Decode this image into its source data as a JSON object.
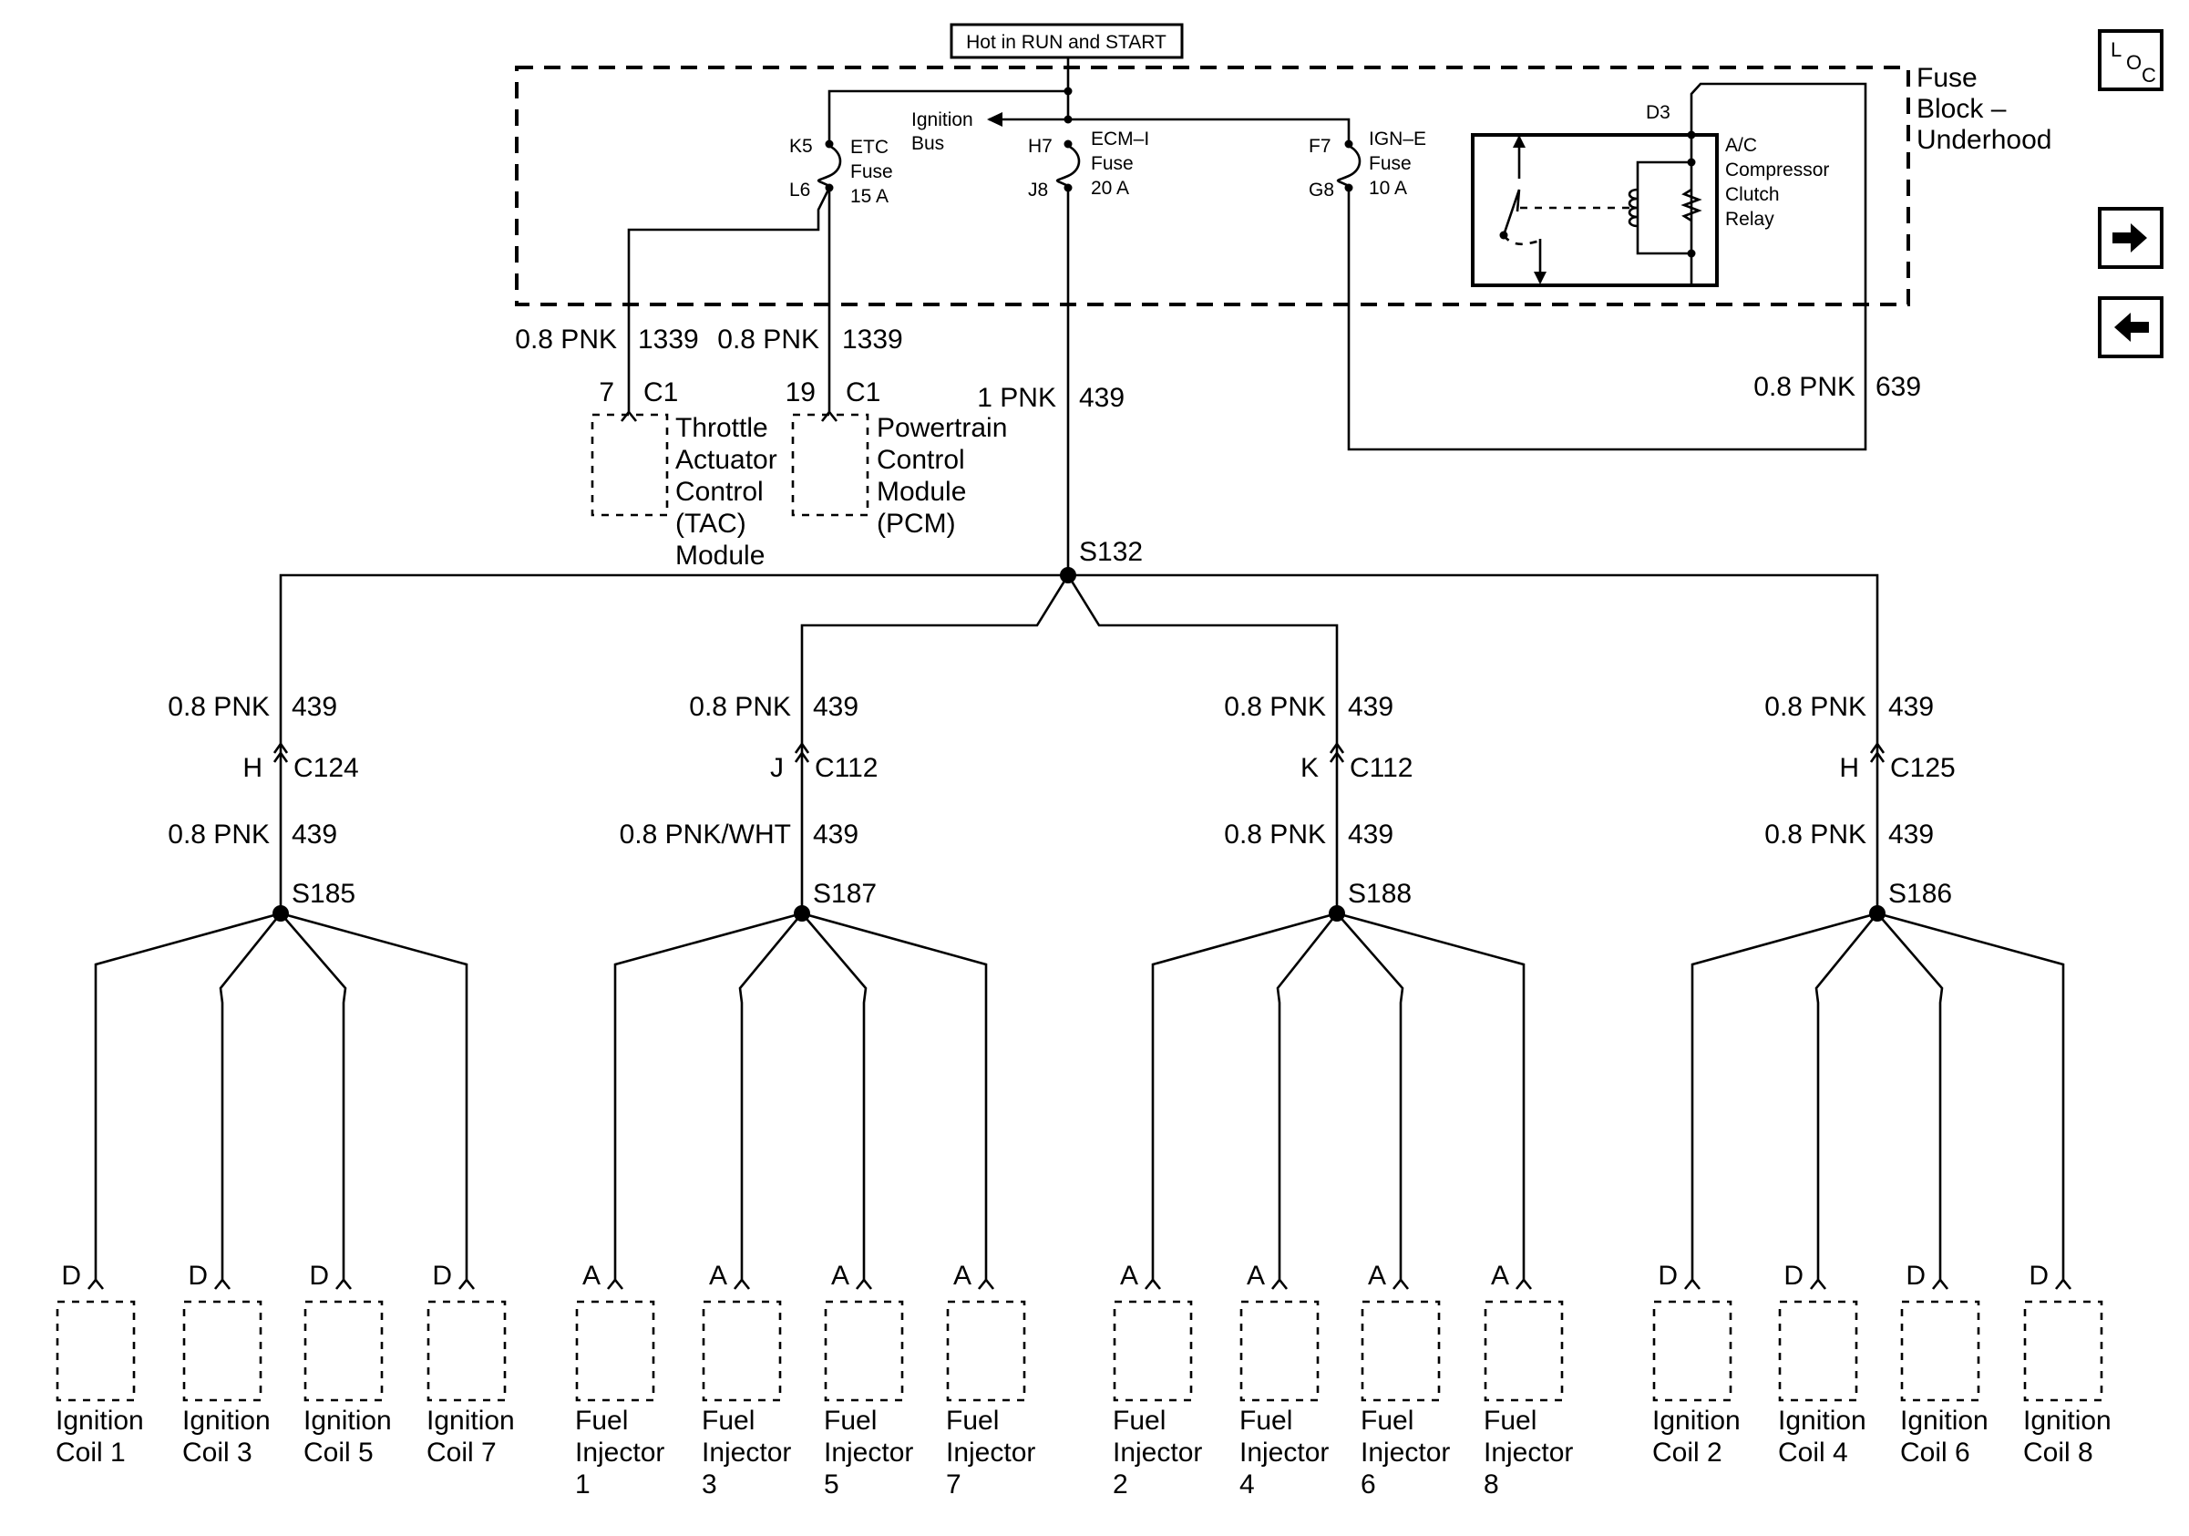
{
  "power_source": "Hot in RUN and START",
  "fuse_block": {
    "line1": "Fuse",
    "line2": "Block –",
    "line3": "Underhood"
  },
  "ignition_bus": {
    "line1": "Ignition",
    "line2": "Bus"
  },
  "fuses": [
    {
      "in_pin": "K5",
      "out_pin": "L6",
      "line1": "ETC",
      "line2": "Fuse",
      "line3": "15 A"
    },
    {
      "in_pin": "H7",
      "out_pin": "J8",
      "line1": "ECM–I",
      "line2": "Fuse",
      "line3": "20 A"
    },
    {
      "in_pin": "F7",
      "out_pin": "G8",
      "line1": "IGN–E",
      "line2": "Fuse",
      "line3": "10 A"
    }
  ],
  "relay": {
    "pin": "D3",
    "line1": "A/C",
    "line2": "Compressor",
    "line3": "Clutch",
    "line4": "Relay"
  },
  "wires": {
    "tac": {
      "gauge": "0.8 PNK",
      "circuit": "1339"
    },
    "pcm": {
      "gauge": "0.8 PNK",
      "circuit": "1339"
    },
    "main": {
      "gauge": "1 PNK",
      "circuit": "439"
    },
    "relay": {
      "gauge": "0.8 PNK",
      "circuit": "639"
    }
  },
  "modules": [
    {
      "pin": "7",
      "connector": "C1",
      "line1": "Throttle",
      "line2": "Actuator",
      "line3": "Control",
      "line4": "(TAC)",
      "line5": "Module"
    },
    {
      "pin": "19",
      "connector": "C1",
      "line1": "Powertrain",
      "line2": "Control",
      "line3": "Module",
      "line4": "(PCM)"
    }
  ],
  "main_splice": "S132",
  "branches": [
    {
      "upper_gauge": "0.8 PNK",
      "upper_circuit": "439",
      "pin": "H",
      "connector": "C124",
      "lower_gauge": "0.8 PNK",
      "lower_circuit": "439",
      "splice": "S185"
    },
    {
      "upper_gauge": "0.8 PNK",
      "upper_circuit": "439",
      "pin": "J",
      "connector": "C112",
      "lower_gauge": "0.8 PNK/WHT",
      "lower_circuit": "439",
      "splice": "S187"
    },
    {
      "upper_gauge": "0.8 PNK",
      "upper_circuit": "439",
      "pin": "K",
      "connector": "C112",
      "lower_gauge": "0.8 PNK",
      "lower_circuit": "439",
      "splice": "S188"
    },
    {
      "upper_gauge": "0.8 PNK",
      "upper_circuit": "439",
      "pin": "H",
      "connector": "C125",
      "lower_gauge": "0.8 PNK",
      "lower_circuit": "439",
      "splice": "S186"
    }
  ],
  "components": [
    {
      "pin": "D",
      "line1": "Ignition",
      "line2": "Coil 1",
      "line3": ""
    },
    {
      "pin": "D",
      "line1": "Ignition",
      "line2": "Coil 3",
      "line3": ""
    },
    {
      "pin": "D",
      "line1": "Ignition",
      "line2": "Coil 5",
      "line3": ""
    },
    {
      "pin": "D",
      "line1": "Ignition",
      "line2": "Coil 7",
      "line3": ""
    },
    {
      "pin": "A",
      "line1": "Fuel",
      "line2": "Injector",
      "line3": "1"
    },
    {
      "pin": "A",
      "line1": "Fuel",
      "line2": "Injector",
      "line3": "3"
    },
    {
      "pin": "A",
      "line1": "Fuel",
      "line2": "Injector",
      "line3": "5"
    },
    {
      "pin": "A",
      "line1": "Fuel",
      "line2": "Injector",
      "line3": "7"
    },
    {
      "pin": "A",
      "line1": "Fuel",
      "line2": "Injector",
      "line3": "2"
    },
    {
      "pin": "A",
      "line1": "Fuel",
      "line2": "Injector",
      "line3": "4"
    },
    {
      "pin": "A",
      "line1": "Fuel",
      "line2": "Injector",
      "line3": "6"
    },
    {
      "pin": "A",
      "line1": "Fuel",
      "line2": "Injector",
      "line3": "8"
    },
    {
      "pin": "D",
      "line1": "Ignition",
      "line2": "Coil 2",
      "line3": ""
    },
    {
      "pin": "D",
      "line1": "Ignition",
      "line2": "Coil 4",
      "line3": ""
    },
    {
      "pin": "D",
      "line1": "Ignition",
      "line2": "Coil 6",
      "line3": ""
    },
    {
      "pin": "D",
      "line1": "Ignition",
      "line2": "Coil 8",
      "line3": ""
    }
  ],
  "nav": {
    "loc_top": "L",
    "loc_mid": "O",
    "loc_bot": "C",
    "next_icon": "arrow-right-icon",
    "prev_icon": "arrow-left-icon"
  }
}
